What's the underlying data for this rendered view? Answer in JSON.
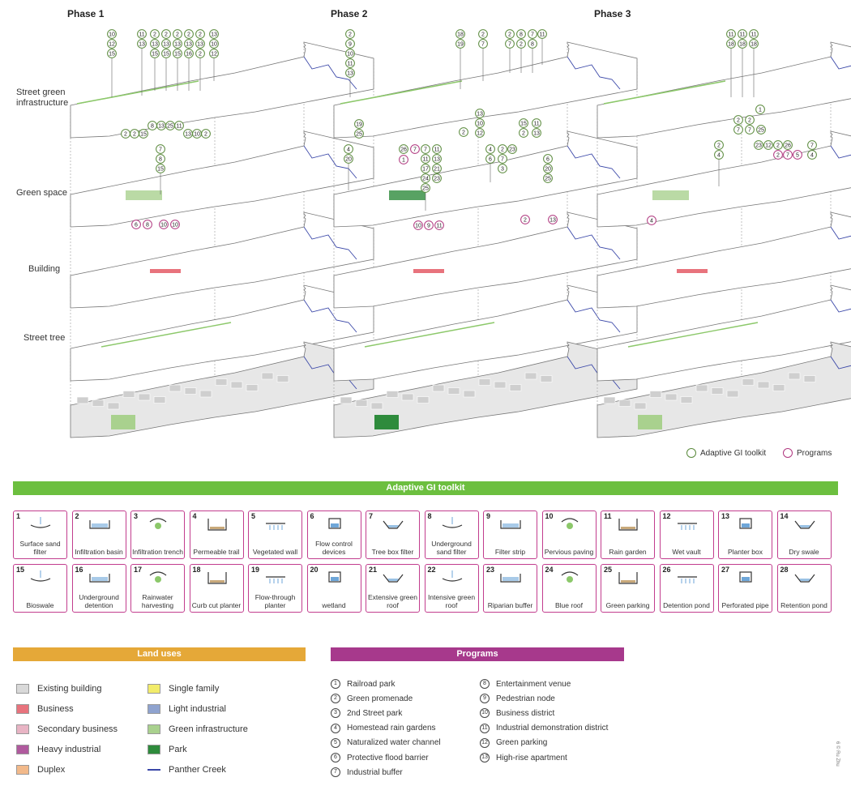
{
  "phases": [
    "Phase 1",
    "Phase 2",
    "Phase 3"
  ],
  "layers": [
    "Street green infrastructure",
    "Green space",
    "Building",
    "Street tree"
  ],
  "legend": {
    "toolkit": "Adaptive GI toolkit",
    "programs": "Programs",
    "toolkit_color": "#5a8a3c",
    "programs_color": "#b0377f"
  },
  "callouts": {
    "phase1_top": [
      "10",
      "12",
      "15",
      "11",
      "13",
      "2",
      "13",
      "15",
      "2",
      "13",
      "15",
      "2",
      "13",
      "15",
      "2",
      "13",
      "16",
      "2",
      "13",
      "2",
      "13",
      "10",
      "12"
    ],
    "phase1_bottom": [
      "2",
      "2",
      "15",
      "8",
      "13",
      "25",
      "11",
      "13",
      "10",
      "2",
      "7",
      "8",
      "15",
      "6",
      "8",
      "10",
      "10"
    ],
    "phase2_top": [
      "2",
      "9",
      "10",
      "11",
      "13",
      "18",
      "19",
      "2",
      "7",
      "2",
      "7",
      "8",
      "2",
      "7",
      "8",
      "2",
      "7",
      "2",
      "11",
      "13",
      "10",
      "12",
      "15",
      "2",
      "11",
      "13",
      "19",
      "18",
      "18"
    ],
    "phase2_bottom": [
      "19",
      "25",
      "4",
      "20",
      "26",
      "1",
      "7",
      "7",
      "11",
      "17",
      "24",
      "25",
      "11",
      "13",
      "21",
      "23",
      "4",
      "6",
      "2",
      "7",
      "3",
      "23",
      "6",
      "20",
      "25",
      "10",
      "9",
      "11",
      "2",
      "13"
    ],
    "phase3_top": [
      "11",
      "18",
      "11",
      "18",
      "11",
      "18",
      "1",
      "2",
      "7",
      "2",
      "7",
      "25"
    ],
    "phase3_bottom": [
      "2",
      "4",
      "23",
      "12",
      "2",
      "26",
      "2",
      "7",
      "5",
      "7",
      "4",
      "26",
      "4"
    ]
  },
  "toolkit": {
    "title": "Adaptive GI toolkit",
    "bar_color": "#6cbf3f",
    "border_color": "#c23d8e",
    "items": [
      {
        "num": "1",
        "label": "Surface sand filter",
        "icon": "surface-sand-filter-icon"
      },
      {
        "num": "2",
        "label": "Infiltration basin",
        "icon": "infiltration-basin-icon"
      },
      {
        "num": "3",
        "label": "Infiltration trench",
        "icon": "infiltration-trench-icon"
      },
      {
        "num": "4",
        "label": "Permeable trail",
        "icon": "permeable-trail-icon"
      },
      {
        "num": "5",
        "label": "Vegetated wall",
        "icon": "vegetated-wall-icon"
      },
      {
        "num": "6",
        "label": "Flow control devices",
        "icon": "flow-control-device-icon"
      },
      {
        "num": "7",
        "label": "Tree box filter",
        "icon": "tree-box-filter-icon"
      },
      {
        "num": "8",
        "label": "Underground sand filter",
        "icon": "underground-sand-filter-icon"
      },
      {
        "num": "9",
        "label": "Filter strip",
        "icon": "filter-strip-icon"
      },
      {
        "num": "10",
        "label": "Pervious paving",
        "icon": "pervious-paving-icon"
      },
      {
        "num": "11",
        "label": "Rain garden",
        "icon": "rain-garden-icon"
      },
      {
        "num": "12",
        "label": "Wet vault",
        "icon": "wet-vault-icon"
      },
      {
        "num": "13",
        "label": "Planter box",
        "icon": "planter-box-icon"
      },
      {
        "num": "14",
        "label": "Dry swale",
        "icon": "dry-swale-icon"
      },
      {
        "num": "15",
        "label": "Bioswale",
        "icon": "bioswale-icon"
      },
      {
        "num": "16",
        "label": "Underground detention",
        "icon": "underground-detention-icon"
      },
      {
        "num": "17",
        "label": "Rainwater harvesting",
        "icon": "rainwater-harvesting-icon"
      },
      {
        "num": "18",
        "label": "Curb cut planter",
        "icon": "curb-cut-planter-icon"
      },
      {
        "num": "19",
        "label": "Flow-through planter",
        "icon": "flow-through-planter-icon"
      },
      {
        "num": "20",
        "label": "wetland",
        "icon": "wetland-icon"
      },
      {
        "num": "21",
        "label": "Extensive green roof",
        "icon": "extensive-green-roof-icon"
      },
      {
        "num": "22",
        "label": "Intensive green roof",
        "icon": "intensive-green-roof-icon"
      },
      {
        "num": "23",
        "label": "Riparian buffer",
        "icon": "riparian-buffer-icon"
      },
      {
        "num": "24",
        "label": "Blue roof",
        "icon": "blue-roof-icon"
      },
      {
        "num": "25",
        "label": "Green parking",
        "icon": "green-parking-icon"
      },
      {
        "num": "26",
        "label": "Detention pond",
        "icon": "detention-pond-icon"
      },
      {
        "num": "27",
        "label": "Perforated pipe",
        "icon": "perforated-pipe-icon"
      },
      {
        "num": "28",
        "label": "Retention pond",
        "icon": "retention-pond-icon"
      }
    ]
  },
  "land_uses": {
    "title": "Land uses",
    "bar_color": "#e5a838",
    "items": [
      {
        "label": "Existing building",
        "color": "#d9d9d9"
      },
      {
        "label": "Business",
        "color": "#e8737d"
      },
      {
        "label": "Secondary business",
        "color": "#e8b4c4"
      },
      {
        "label": "Heavy industrial",
        "color": "#b05a9e"
      },
      {
        "label": "Duplex",
        "color": "#f2b98a"
      },
      {
        "label": "Single family",
        "color": "#f2ec6a"
      },
      {
        "label": "Light industrial",
        "color": "#8fa3cf"
      },
      {
        "label": "Green infrastructure",
        "color": "#a9d18e"
      },
      {
        "label": "Park",
        "color": "#2e8b3c"
      },
      {
        "label": "Panther Creek",
        "color": "#3a47a8"
      }
    ]
  },
  "programs": {
    "title": "Programs",
    "bar_color": "#a7398c",
    "items": [
      {
        "num": "1",
        "label": "Railroad park"
      },
      {
        "num": "2",
        "label": "Green promenade"
      },
      {
        "num": "3",
        "label": "2nd Street park"
      },
      {
        "num": "4",
        "label": "Homestead rain gardens"
      },
      {
        "num": "5",
        "label": "Naturalized water channel"
      },
      {
        "num": "6",
        "label": "Protective flood barrier"
      },
      {
        "num": "7",
        "label": "Industrial buffer"
      },
      {
        "num": "8",
        "label": "Entertainment venue"
      },
      {
        "num": "9",
        "label": "Pedestrian node"
      },
      {
        "num": "10",
        "label": "Business district"
      },
      {
        "num": "11",
        "label": "Industrial demonstration district"
      },
      {
        "num": "12",
        "label": "Green parking"
      },
      {
        "num": "13",
        "label": "High-rise apartment"
      }
    ]
  },
  "credit": "6 © Ru Zhu"
}
